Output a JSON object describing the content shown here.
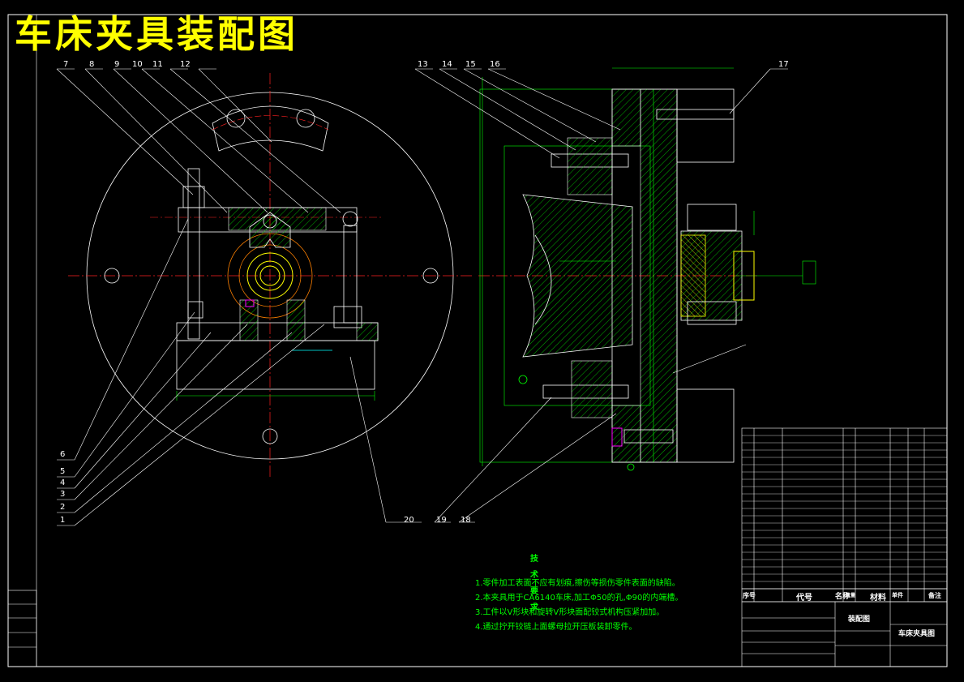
{
  "title": "车床夹具装配图",
  "balloons_top": [
    "7",
    "8",
    "9",
    "10",
    "11",
    "12",
    "13",
    "14",
    "15",
    "16",
    "17"
  ],
  "balloons_left": [
    "6",
    "5",
    "4",
    "3",
    "2",
    "1"
  ],
  "balloons_bottom": [
    "20",
    "19",
    "18"
  ],
  "tech": {
    "heading": "技术要求",
    "lines": [
      "1.零件加工表面不应有划痕,擦伤等损伤零件表面的缺陷。",
      "2.本夹具用于CA6140车床,加工Φ50的孔,Φ90的内端槽。",
      "3.工件以V形块和旋转V形块面配铰式机构压紧加加。",
      "4.通过拧开铰链上面螺母拉开压板装卸零件。"
    ]
  },
  "table": {
    "header": {
      "seq": "序号",
      "code": "代号",
      "name": "名称",
      "qty": "数量",
      "material": "材料",
      "weight": "单件",
      "remark": "备注"
    },
    "title_block": {
      "drawing": "装配图",
      "name": "车床夹具图"
    }
  },
  "colors": {
    "frame": "#ffffff",
    "red": "#ff2020",
    "green": "#00ff00",
    "yellow": "#ffff00",
    "cyan": "#00ffff",
    "magenta": "#ff00ff",
    "orange": "#ff8000"
  }
}
